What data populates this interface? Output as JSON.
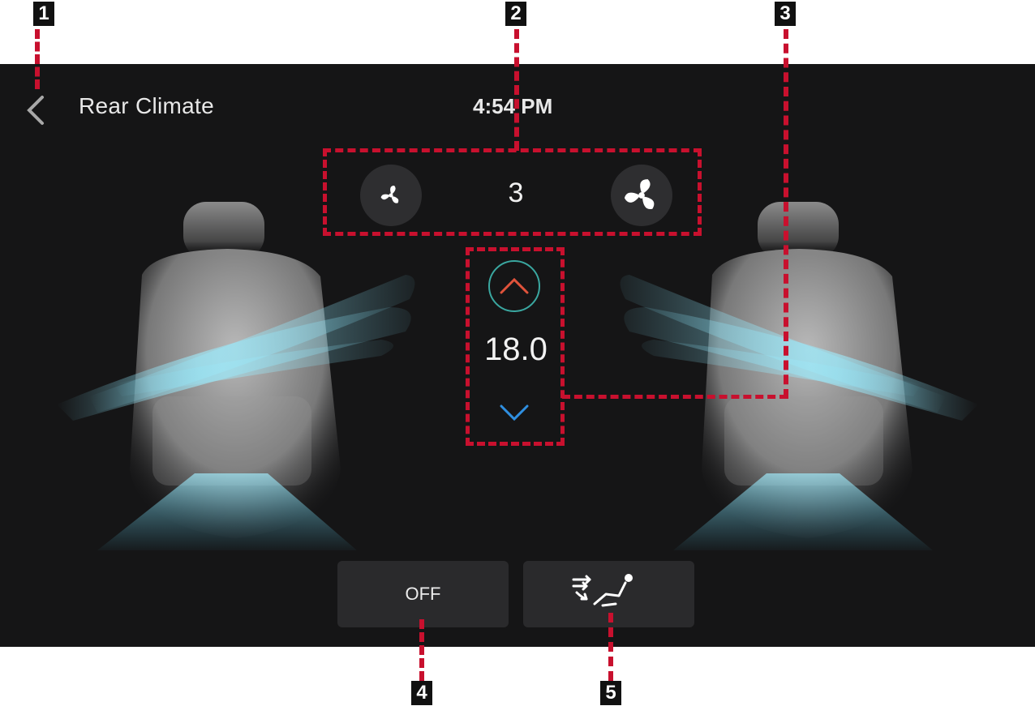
{
  "header": {
    "title": "Rear Climate",
    "time": "4:54 PM"
  },
  "fan": {
    "level": "3",
    "decrease_icon": "fan-small-icon",
    "increase_icon": "fan-large-icon"
  },
  "temperature": {
    "value": "18.0",
    "up_icon": "chevron-up-icon",
    "down_icon": "chevron-down-icon",
    "up_color": "#e0533b",
    "down_color": "#2f8fe0"
  },
  "controls": {
    "off_label": "OFF",
    "mode_icon": "airflow-mode-icon"
  },
  "callouts": [
    "1",
    "2",
    "3",
    "4",
    "5"
  ],
  "colors": {
    "background": "#151516",
    "airflow": "#7ed8ee",
    "annotation": "#c8102e"
  }
}
